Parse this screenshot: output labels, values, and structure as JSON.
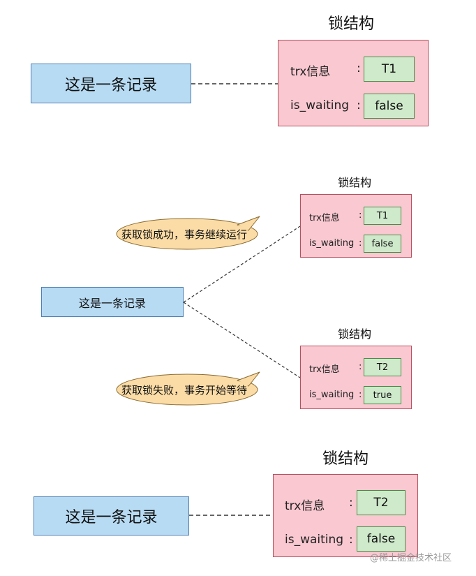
{
  "scene1": {
    "record": "这是一条记录",
    "lock_title": "锁结构",
    "trx_label": "trx信息",
    "waiting_label": "is_waiting",
    "colon": ":",
    "trx_value": "T1",
    "waiting_value": "false"
  },
  "scene2": {
    "record": "这是一条记录",
    "lock_a": {
      "title": "锁结构",
      "trx_label": "trx信息",
      "waiting_label": "is_waiting",
      "colon": ":",
      "trx_value": "T1",
      "waiting_value": "false",
      "bubble": "获取锁成功，事务继续运行"
    },
    "lock_b": {
      "title": "锁结构",
      "trx_label": "trx信息",
      "waiting_label": "is_waiting",
      "colon": ":",
      "trx_value": "T2",
      "waiting_value": "true",
      "bubble": "获取锁失败，事务开始等待"
    }
  },
  "scene3": {
    "record": "这是一条记录",
    "lock_title": "锁结构",
    "trx_label": "trx信息",
    "waiting_label": "is_waiting",
    "colon": ":",
    "trx_value": "T2",
    "waiting_value": "false"
  },
  "watermark": "@稀土掘金技术社区",
  "colors": {
    "record_fill": "#b7dbf3",
    "lock_fill": "#f9c8d0",
    "field_fill": "#cfe9cb",
    "bubble_fill": "#fbdca6"
  }
}
